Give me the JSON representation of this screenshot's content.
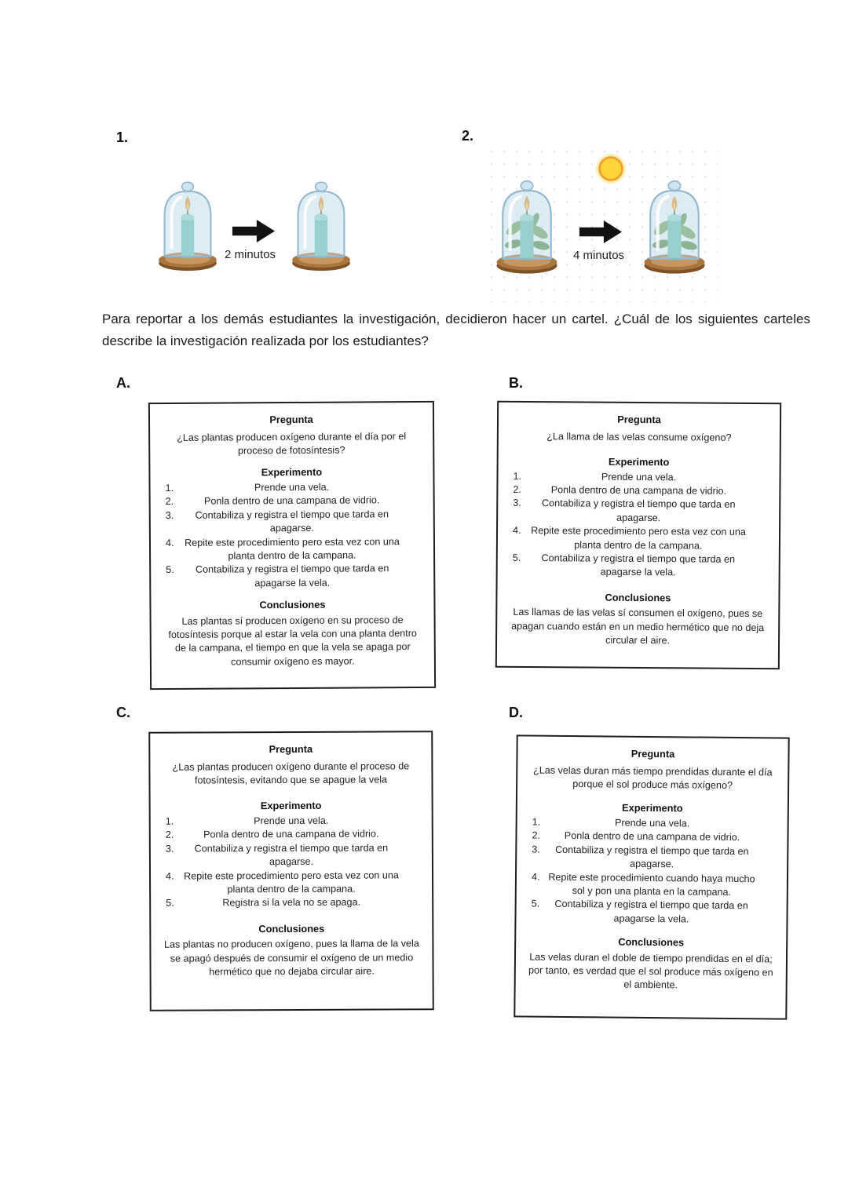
{
  "figures": [
    {
      "label": "1.",
      "caption": "2 minutos"
    },
    {
      "label": "2.",
      "caption": "4 minutos"
    }
  ],
  "intro": "Para reportar a los demás estudiantes la investigación, decidieron hacer un cartel. ¿Cuál de los siguientes carteles describe la investigación realizada por los estudiantes?",
  "section_labels": {
    "pregunta": "Pregunta",
    "experimento": "Experimento",
    "conclusiones": "Conclusiones"
  },
  "options": [
    {
      "letter": "A.",
      "pregunta": "¿Las plantas producen oxígeno durante el día por el proceso de fotosíntesis?",
      "steps": [
        {
          "n": "1.",
          "t": "Prende una vela."
        },
        {
          "n": "2.",
          "t": "Ponla dentro de una campana de vidrio."
        },
        {
          "n": "3.",
          "t": "Contabiliza y registra el tiempo que tarda en apagarse."
        },
        {
          "n": "4.",
          "t": "Repite este procedimiento pero esta vez con una planta dentro de la campana."
        },
        {
          "n": "5.",
          "t": "Contabiliza y registra el tiempo que tarda en apagarse la vela."
        }
      ],
      "conclusiones": "Las plantas sí producen oxígeno en su proceso de fotosíntesis porque al estar la vela con una planta dentro de la campana, el tiempo en que la vela se apaga por consumir oxígeno es mayor."
    },
    {
      "letter": "B.",
      "pregunta": "¿La llama de las velas consume oxígeno?",
      "steps": [
        {
          "n": "1.",
          "t": "Prende una vela."
        },
        {
          "n": "2.",
          "t": "Ponla dentro de una campana de vidrio."
        },
        {
          "n": "3.",
          "t": "Contabiliza y registra el tiempo que tarda en apagarse."
        },
        {
          "n": "4.",
          "t": "Repite este procedimiento pero esta vez con una planta dentro de la campana."
        },
        {
          "n": "5.",
          "t": "Contabiliza y registra el tiempo que tarda en apagarse la vela."
        }
      ],
      "conclusiones": "Las llamas de las velas sí consumen el oxígeno, pues se apagan cuando están en un medio hermético que no deja circular el aire."
    },
    {
      "letter": "C.",
      "pregunta": "¿Las plantas producen oxígeno durante el proceso de fotosíntesis, evitando que se apague la vela",
      "steps": [
        {
          "n": "1.",
          "t": "Prende una vela."
        },
        {
          "n": "2.",
          "t": "Ponla dentro de una campana de vidrio."
        },
        {
          "n": "3.",
          "t": "Contabiliza y registra el tiempo que tarda en apagarse."
        },
        {
          "n": "4.",
          "t": "Repite este procedimiento pero esta vez con una planta dentro de la campana."
        },
        {
          "n": "5.",
          "t": "Registra si la vela no se apaga."
        }
      ],
      "conclusiones": "Las plantas no producen oxígeno, pues la llama de la vela se apagó después de consumir el oxígeno de un medio hermético que no dejaba circular aire."
    },
    {
      "letter": "D.",
      "pregunta": "¿Las velas duran más tiempo prendidas durante el día porque el sol produce más oxígeno?",
      "steps": [
        {
          "n": "1.",
          "t": "Prende una vela."
        },
        {
          "n": "2.",
          "t": "Ponla dentro de una campana de vidrio."
        },
        {
          "n": "3.",
          "t": "Contabiliza y registra el tiempo que tarda en apagarse."
        },
        {
          "n": "4.",
          "t": "Repite este procedimiento cuando haya mucho sol y pon una planta en la campana."
        },
        {
          "n": "5.",
          "t": "Contabiliza y registra el tiempo que tarda en apagarse la vela."
        }
      ],
      "conclusiones": "Las velas duran el doble de tiempo prendidas en el día; por tanto, es verdad que el sol produce más oxígeno en el ambiente."
    }
  ]
}
